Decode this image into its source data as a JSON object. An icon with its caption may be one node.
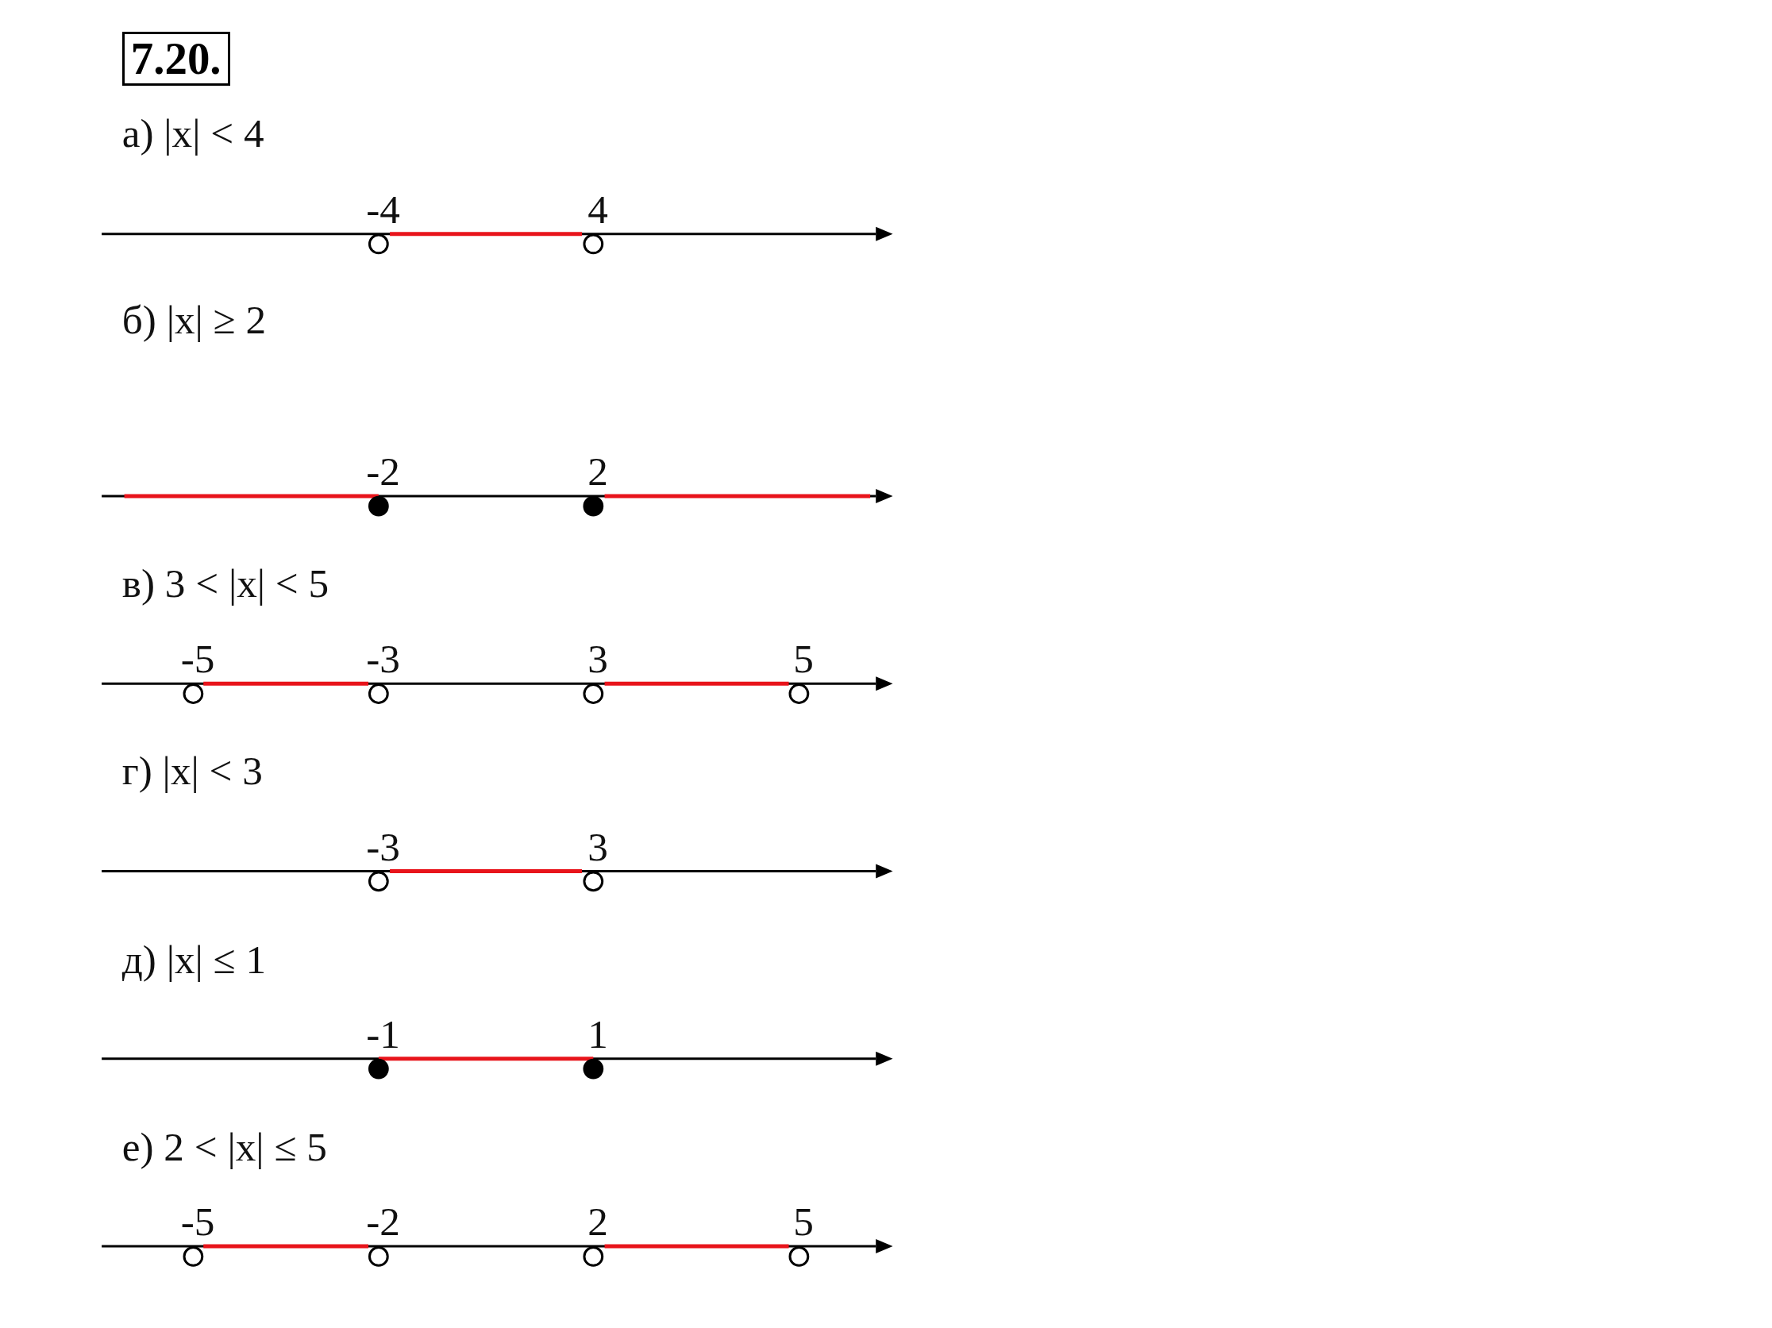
{
  "diagram": {
    "title": "7.20.",
    "labels": [
      "а) |x| < 4",
      "-4",
      "4",
      "б) |x| ≥ 2",
      "-2",
      "2",
      "в) 3 < |x| < 5",
      "-5",
      "-3",
      "3",
      "5",
      "г) |x| < 3",
      "-3",
      "3",
      "д) |x| ≤ 1",
      "-1",
      "1",
      "е) 2 < |x| ≤ 5",
      "-5",
      "-2",
      "2",
      "5"
    ]
  }
}
